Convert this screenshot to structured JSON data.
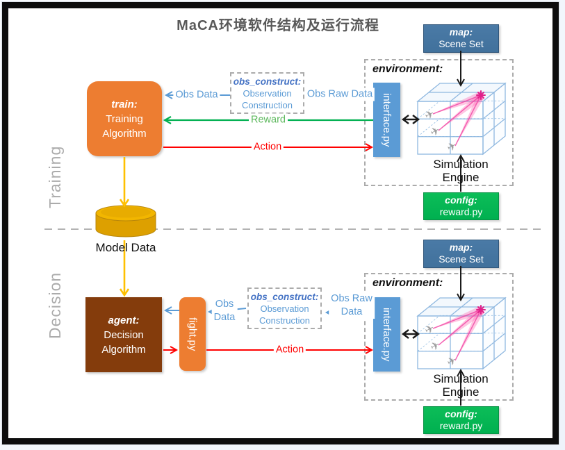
{
  "diagram": {
    "title": "MaCA环境软件结构及运行流程",
    "section_training": "Training",
    "section_decision": "Decision"
  },
  "training": {
    "train_box": {
      "title": "train:",
      "line1": "Training",
      "line2": "Algorithm"
    },
    "obs_construct_box": {
      "title": "obs_construct:",
      "line1": "Observation",
      "line2": "Construction"
    },
    "environment_box": {
      "title": "environment:",
      "interface_label": "interface.py",
      "engine_line1": "Simulation",
      "engine_line2": "Engine"
    },
    "map_box": {
      "title": "map:",
      "value": "Scene Set"
    },
    "config_box": {
      "title": "config:",
      "value": "reward.py"
    },
    "arrow_labels": {
      "obs_data": "Obs Data",
      "obs_raw_data": "Obs Raw Data",
      "reward": "Reward",
      "action": "Action"
    }
  },
  "model_data": {
    "label": "Model Data"
  },
  "decision": {
    "agent_box": {
      "title": "agent:",
      "line1": "Decision",
      "line2": "Algorithm"
    },
    "fight_box": {
      "label": "fight.py"
    },
    "obs_construct_box": {
      "title": "obs_construct:",
      "line1": "Observation",
      "line2": "Construction"
    },
    "environment_box": {
      "title": "environment:",
      "interface_label": "interface.py",
      "engine_line1": "Simulation",
      "engine_line2": "Engine"
    },
    "map_box": {
      "title": "map:",
      "value": "Scene Set"
    },
    "config_box": {
      "title": "config:",
      "value": "reward.py"
    },
    "arrow_labels": {
      "obs_line1": "Obs",
      "obs_line2": "Data",
      "obs_raw_line1": "Obs Raw",
      "obs_raw_line2": "Data",
      "action": "Action"
    }
  },
  "colors": {
    "orange": "#ED7D31",
    "brown": "#843C0C",
    "steel_blue": "#41719C",
    "interface_blue": "#5B9BD5",
    "green": "#00B050",
    "red": "#FF0000",
    "yellow": "#FFC000",
    "arrow_blue": "#5B9BD5",
    "section_gray": "#ABABAB",
    "cube_blue": "#8FB8E0",
    "beam_pink": "#FF69B4",
    "star_magenta": "#E0218A"
  }
}
